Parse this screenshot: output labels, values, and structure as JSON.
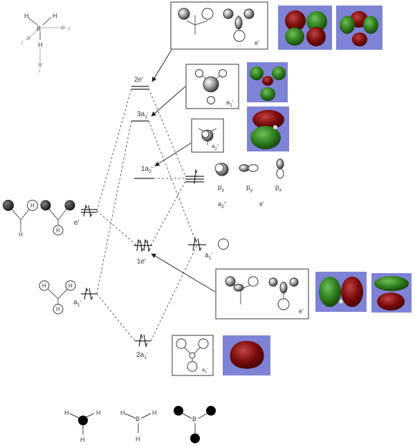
{
  "axes": {
    "b": "B",
    "h1": "H",
    "h2": "H",
    "h3": "H",
    "x": "x",
    "y": "y",
    "z": "z"
  },
  "levels": {
    "e_prime_2": "2e'",
    "a1_prime_3": "3a",
    "a1_prime_3_sub": "1",
    "a2_dprime_1": "1a",
    "a2_dprime_1_sub": "2",
    "e_prime_1": "1e'",
    "a1_prime_2": "2a",
    "a1_prime_2_sub": "1"
  },
  "left": {
    "h_atoms": [
      "H",
      "H",
      "H",
      "H",
      "H"
    ],
    "e_label": "e'",
    "a1_label": "a",
    "a1_sub": "1",
    "h3_atoms": [
      "H",
      "H",
      "H"
    ]
  },
  "right": {
    "p_labels": [
      "p",
      "p",
      "p"
    ],
    "p_subs": [
      "z",
      "y",
      "x"
    ],
    "a2_label": "a",
    "a2_sub": "2",
    "e_label": "e'",
    "a1_label": "a",
    "a1_sub": "1"
  },
  "boxes": {
    "box_2e_label": "e'",
    "box_3a1_label": "a",
    "box_3a1_sub": "1",
    "box_1a2_label": "a",
    "box_1a2_sub": "2",
    "box_1e_label": "e'",
    "box_2a1_label": "a",
    "box_2a1_sub": "1"
  },
  "bottom": {
    "m1_h": [
      "H",
      "H",
      "H"
    ],
    "m2_b": "B",
    "m2_h": [
      "H",
      "H",
      "H"
    ],
    "m3_b": "B"
  },
  "colors": {
    "lobe_red": "#7a0c0c",
    "lobe_green": "#2f7d1d",
    "orbital_bg": "#7f83d6"
  }
}
